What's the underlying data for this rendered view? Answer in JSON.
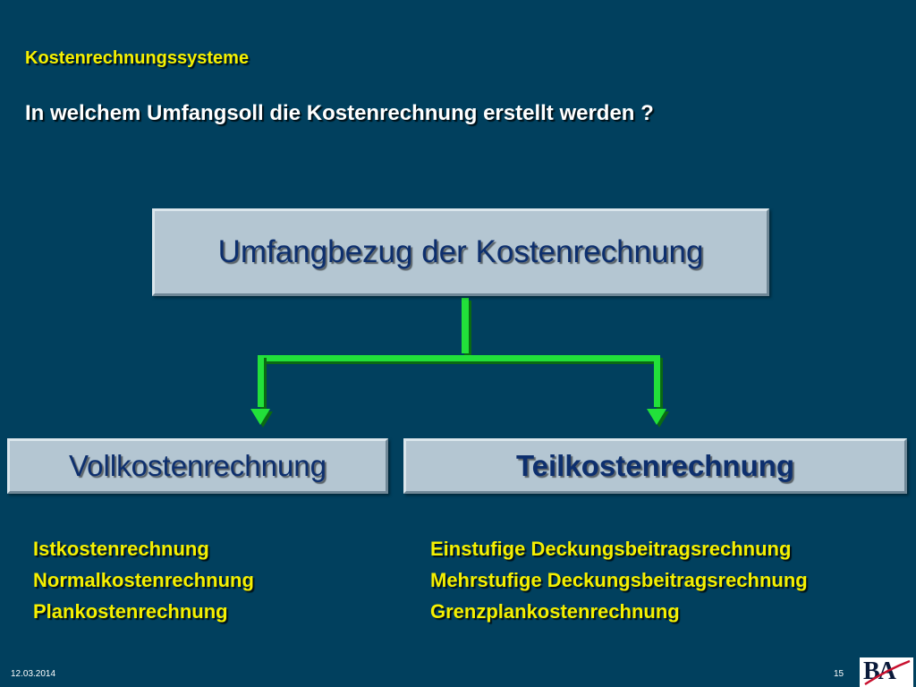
{
  "slide": {
    "subtitle": "Kostenrechnungssysteme",
    "question": "In welchem Umfangsoll die Kostenrechnung erstellt werden ?"
  },
  "diagram": {
    "root": "Umfangbezug der Kostenrechnung",
    "left": {
      "label": "Vollkostenrechnung",
      "items": [
        "Istkostenrechnung",
        "Normalkostenrechnung",
        "Plankostenrechnung"
      ]
    },
    "right": {
      "label": "Teilkostenrechnung",
      "items": [
        "Einstufige Deckungsbeitragsrechnung",
        "Mehrstufige Deckungsbeitragsrechnung",
        "Grenzplankostenrechnung"
      ]
    }
  },
  "footer": {
    "date": "12.03.2014",
    "page": "15",
    "logo": "BA"
  },
  "colors": {
    "background": "#01405e",
    "accent_yellow": "#f5f000",
    "box_fill": "#b4c6d2",
    "box_text": "#0d2f6e",
    "connector_green": "#22e03a"
  }
}
